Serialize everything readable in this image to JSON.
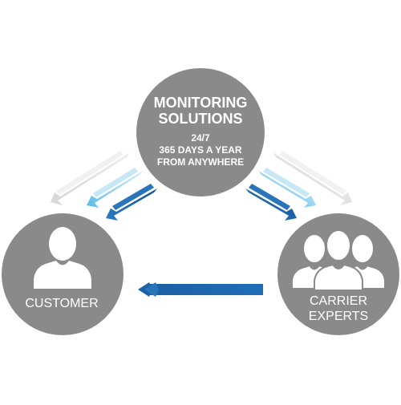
{
  "nodes": {
    "monitoring": {
      "title_line1": "MONITORING",
      "title_line2": "SOLUTIONS",
      "sub_line1": "24/7",
      "sub_line2": "365 DAYS A YEAR",
      "sub_line3": "FROM ANYWHERE"
    },
    "customer": {
      "label": "CUSTOMER",
      "icon": "person-icon"
    },
    "carrier": {
      "label_line1": "CARRIER",
      "label_line2": "EXPERTS",
      "icon": "group-icon"
    }
  },
  "colors": {
    "circle": "#8a8a8a",
    "icon": "#ffffff",
    "arrow_dark": "#1a63a8",
    "arrow_light": "#8fd3ef",
    "arrow_faded": "#e6e6e6"
  }
}
